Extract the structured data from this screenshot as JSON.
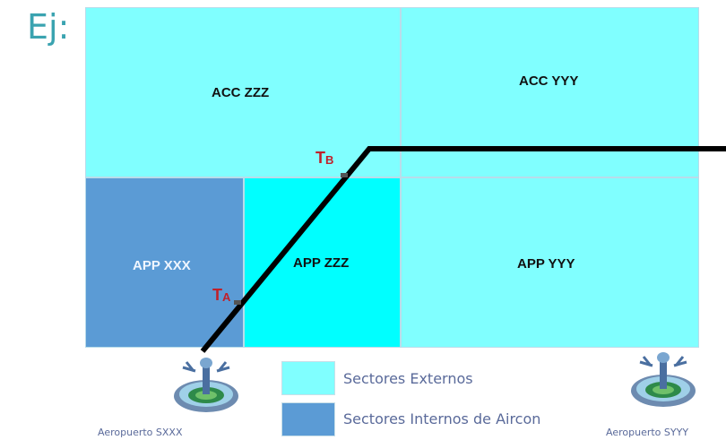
{
  "title": "Ej:",
  "sectors": {
    "acc_zzz": "ACC ZZZ",
    "acc_yyy": "ACC YYY",
    "app_xxx": "APP XXX",
    "app_zzz": "APP ZZZ",
    "app_yyy": "APP YYY"
  },
  "points": {
    "ta_main": "T",
    "ta_sub": "A",
    "tb_main": "T",
    "tb_sub": "B"
  },
  "legend": {
    "external": "Sectores Externos",
    "internal": "Sectores Internos de Aircon"
  },
  "airports": {
    "left": "Aeropuerto SXXX",
    "right": "Aeropuerto SYYY"
  },
  "colors": {
    "external": "#80ffff",
    "external_bright": "#00ffff",
    "internal": "#5b9bd5",
    "path": "#000000",
    "marker": "#c0202a"
  },
  "icons": [
    "airport-control-tower-icon"
  ]
}
